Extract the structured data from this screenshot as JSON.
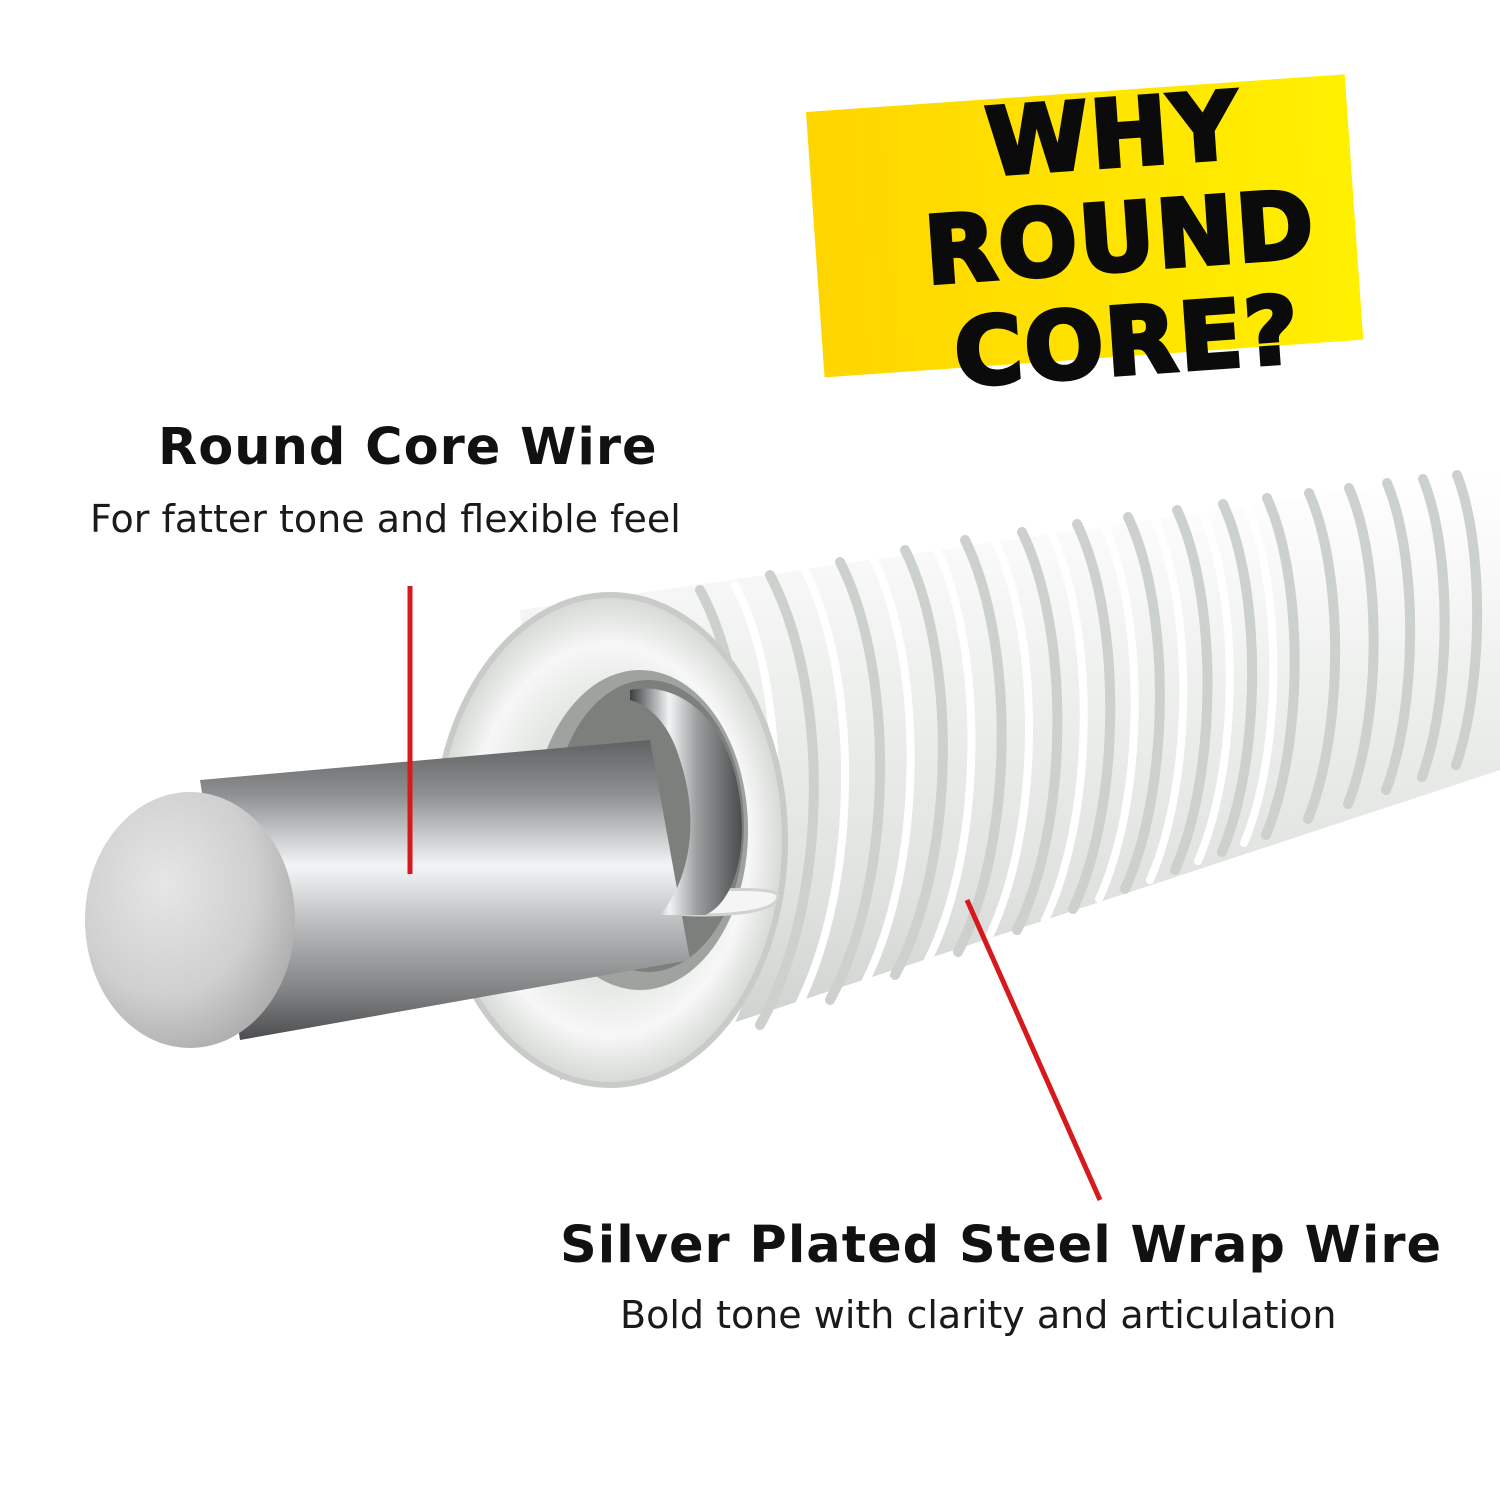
{
  "headline": {
    "lines": [
      "WHY",
      "ROUND",
      "CORE?"
    ],
    "banner_color": "#ffe600",
    "text_color": "#0b0b0b"
  },
  "callouts": {
    "core": {
      "title": "Round Core Wire",
      "subtitle": "For fatter tone and flexible feel"
    },
    "wrap": {
      "title": "Silver Plated Steel Wrap Wire",
      "subtitle": "Bold tone with clarity and articulation"
    },
    "leader_color": "#d7191f"
  },
  "illustration": {
    "subject": "string-cross-section-icon",
    "core_color": "#9ea0a2",
    "wrap_color": "#eef0ee"
  }
}
